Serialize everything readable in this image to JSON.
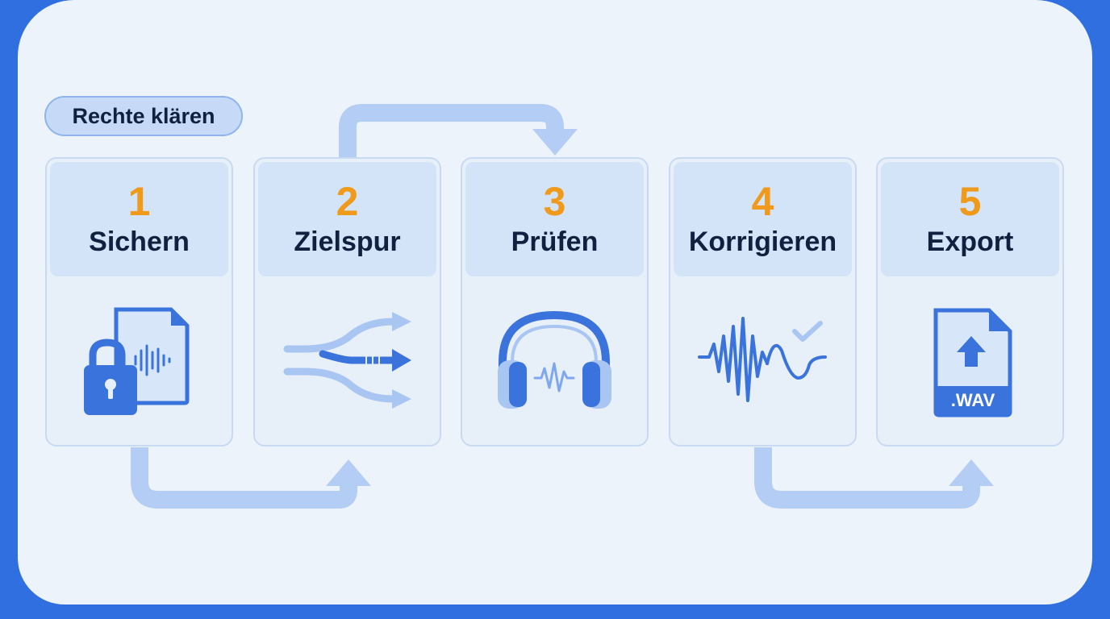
{
  "badge": {
    "label": "Rechte klären"
  },
  "steps": [
    {
      "number": "1",
      "label": "Sichern",
      "icon": "locked-audio-file-icon"
    },
    {
      "number": "2",
      "label": "Zielspur",
      "icon": "track-routing-icon"
    },
    {
      "number": "3",
      "label": "Prüfen",
      "icon": "headphones-icon"
    },
    {
      "number": "4",
      "label": "Korrigieren",
      "icon": "waveform-check-icon"
    },
    {
      "number": "5",
      "label": "Export",
      "icon": "wav-file-export-icon",
      "file_label": ".WAV"
    }
  ],
  "colors": {
    "frame": "#2f6fe0",
    "background": "#edf3fb",
    "accent_number": "#ef9a1a",
    "text": "#10203f",
    "icon_primary": "#3a73dc",
    "connector": "#b3cdf5"
  }
}
